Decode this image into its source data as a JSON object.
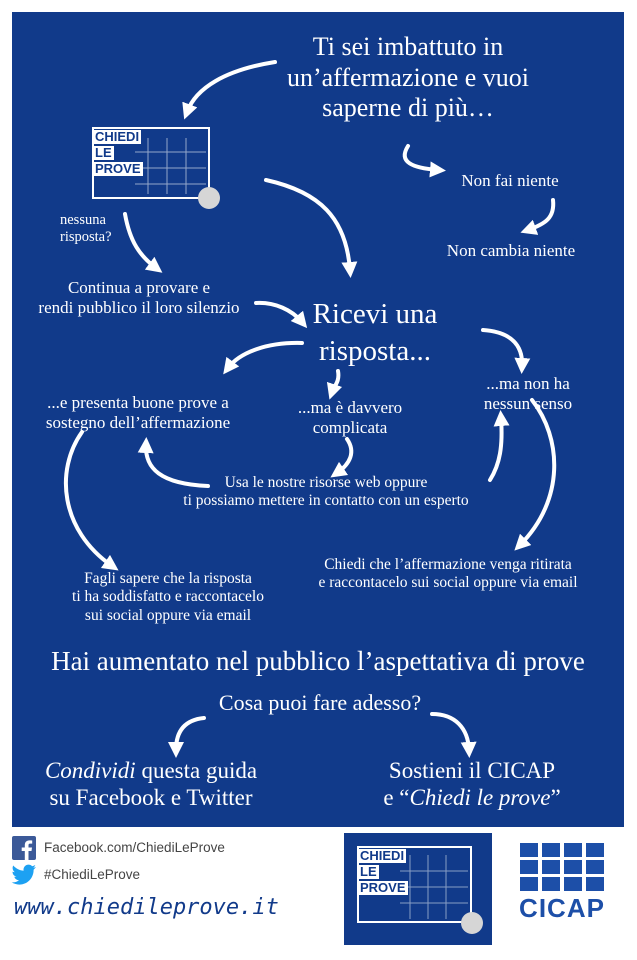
{
  "colors": {
    "background": "#113a8a",
    "text": "#ffffff",
    "footer_text": "#444444",
    "brand": "#113a8a"
  },
  "top_prompt": [
    "Ti sei imbattuto in",
    "un’affermazione e vuoi",
    "saperne di più…"
  ],
  "logo": {
    "lines": [
      "CHIEDI",
      "LE",
      "PROVE"
    ]
  },
  "branch_nothing": {
    "first": "Non fai niente",
    "second": "Non cambia niente"
  },
  "no_response": [
    "nessuna",
    "risposta?"
  ],
  "keep_trying": [
    "Continua a provare e",
    "rendi pubblico il loro silenzio"
  ],
  "get_response": [
    "Ricevi una",
    "risposta..."
  ],
  "good_evidence": [
    "...e presenta buone prove a",
    "sostegno dell’affermazione"
  ],
  "complicated": [
    "...ma è davvero",
    "complicata"
  ],
  "no_sense": [
    "...ma non ha",
    "nessun senso"
  ],
  "resources": [
    "Usa le nostre risorse web oppure",
    "ti possiamo mettere in contatto con un esperto"
  ],
  "satisfied": [
    "Fagli sapere che la risposta",
    "ti ha soddisfatto e raccontacelo",
    "sui social oppure via email"
  ],
  "withdraw": [
    "Chiedi che l’affermazione venga ritirata",
    "e raccontacelo sui social oppure via email"
  ],
  "result": "Hai aumentato nel pubblico l’aspettativa di prove",
  "question": "Cosa puoi fare adesso?",
  "share": {
    "emph": "Condividi",
    "rest": " questa guida",
    "line2": "su Facebook e Twitter"
  },
  "support": {
    "line1": "Sostieni il CICAP",
    "line2_pre": "e “",
    "line2_emph": "Chiedi le prove",
    "line2_post": "”"
  },
  "footer": {
    "facebook": "Facebook.com/ChiediLeProve",
    "twitter": "#ChiediLeProve",
    "website": "www.chiedileprove.it",
    "cicap": "CICAP"
  },
  "icons": [
    "facebook-icon",
    "twitter-icon",
    "chiedi-le-prove-logo",
    "cicap-logo",
    "arrow"
  ]
}
